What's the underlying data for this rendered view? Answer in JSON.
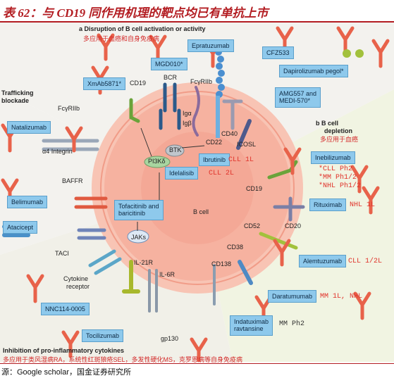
{
  "title": "表 62：与 CD19 同作用机理的靶点均已有单抗上市",
  "source": "源：Google scholar，国金证券研究所",
  "colors": {
    "accent": "#b31d22",
    "drug_box": "#8ec9ec",
    "cell": "#f6b2a0",
    "antibody": "#e8624a"
  },
  "sections": {
    "a_title": "a  Disruption of B cell activation or activity",
    "a_note": "多应用于血癌和自身免疫病",
    "b_title": "b  B cell",
    "b_title2": "depletion",
    "b_note": "多应用于血癌",
    "c_title": "Trafficking",
    "c_title2": "blockade",
    "d_title": "Inhibition of pro-inflammatory cytokines",
    "d_note": "多应用于类风湿病RA，系统性红斑狼疮SEL，多发性硬化MS，克罗恩病等自身免疫病"
  },
  "drugs": {
    "epratuzumab": "Epratuzumab",
    "cfz533": "CFZ533",
    "xmab": "XmAb5871*",
    "mgd": "MGD010*",
    "dapirolizumab": "Dapirolizumab pegol*",
    "amg": "AMG557 and",
    "amg2": "MEDI-570*",
    "natalizumab": "Natalizumab",
    "ibrutinib": "Ibrutinib",
    "idelalisib": "Idelalisib",
    "inebilizumab": "Inebilizumab",
    "belimumab": "Belimumab",
    "atacicept": "Atacicept",
    "tofacitinib": "Tofacitinib and",
    "tofacitinib2": "baricitinib",
    "rituximab": "Rituximab",
    "alemtuzumab": "Alemtuzumab",
    "nnc": "NNC114-0005",
    "daratumumab": "Daratumumab",
    "tocilizumab": "Tocilizumab",
    "indatuximab": "Indatuximab",
    "indatuximab2": "ravtansine"
  },
  "indications": {
    "ibrutinib": "CLL 1L",
    "idelalisib": "CLL 2L",
    "inebilizumab_1": "*CLL Ph2",
    "inebilizumab_2": "*MM Ph1/2",
    "inebilizumab_3": "*NHL Ph1/2",
    "rituximab": "NHL 1L",
    "alemtuzumab": "CLL 1/2L",
    "daratumumab": "MM 1L, NHL",
    "indatuximab": "MM Ph2"
  },
  "labels": {
    "cd19_top": "CD19",
    "bcr": "BCR",
    "fcgr_top": "FcγRIIb",
    "iga": "Igα",
    "igb": "Igβ",
    "fcgr_left": "FcγRIIb",
    "cd40": "CD40",
    "cd22": "CD22",
    "icosl": "ICOSL",
    "btk": "BTK",
    "pi3k": "PI3Kδ",
    "a4": "α4 Integrin",
    "baffr": "BAFFR",
    "taci": "TACI",
    "cd19_right": "CD19",
    "bcell": "B cell",
    "jaks": "JAKs",
    "cd52": "CD52",
    "cd20": "CD20",
    "cd38": "CD38",
    "cd138": "CD138",
    "il21r": "IL-21R",
    "il6r": "IL-6R",
    "cytokine": "Cytokine",
    "cytokine2": "receptor",
    "gp130": "gp130"
  }
}
